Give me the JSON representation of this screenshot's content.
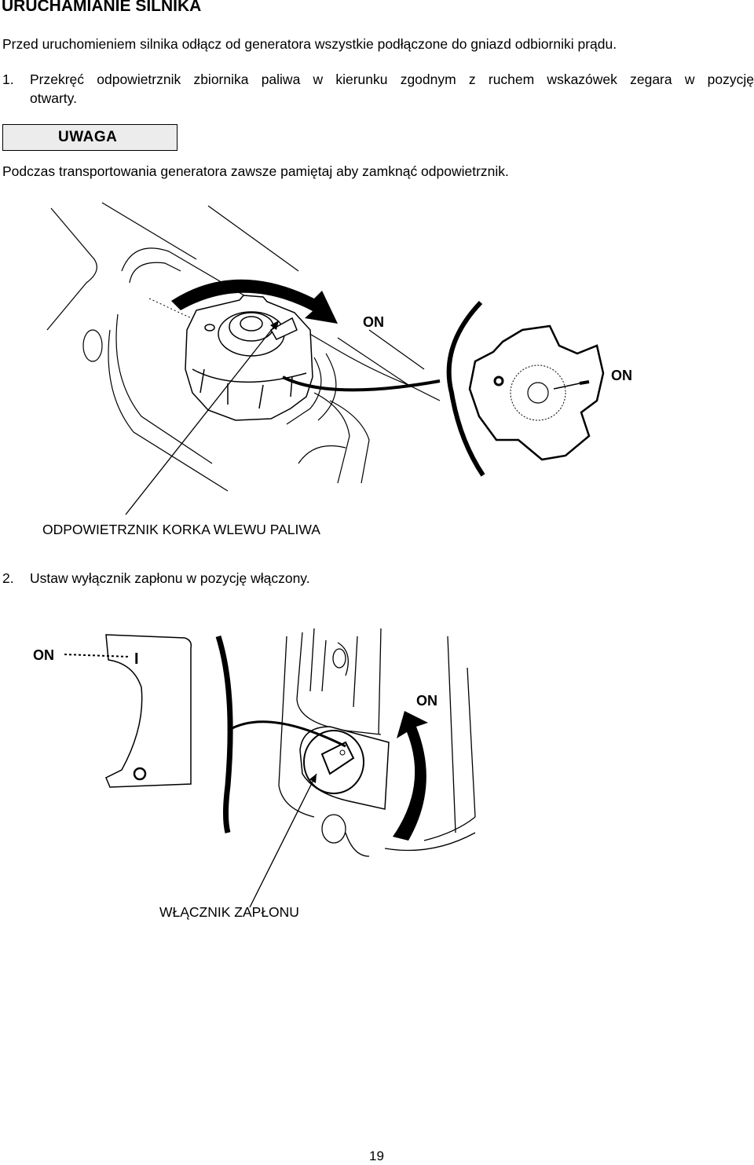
{
  "heading": "URUCHAMIANIE SILNIKA",
  "intro": "Przed uruchomieniem silnika odłącz od generatora wszystkie podłączone do gniazd odbiorniki prądu.",
  "step1": {
    "number": "1.",
    "text_line1": "Przekręć odpowietrznik zbiornika paliwa w kierunku zgodnym z ruchem wskazówek zegara w pozycję",
    "text_line2": "otwarty."
  },
  "warning_box": {
    "label": "UWAGA"
  },
  "warning_text": "Podczas transportowania generatora zawsze pamiętaj aby zamknąć odpowietrznik.",
  "figure1": {
    "on_label_main": "ON",
    "on_label_detail": "ON",
    "caption": "ODPOWIETRZNIK KORKA WLEWU PALIWA"
  },
  "step2": {
    "number": "2.",
    "text": "Ustaw wyłącznik zapłonu w pozycję włączony."
  },
  "figure2": {
    "on_label_detail": "ON",
    "on_label_main": "ON",
    "off_mark": "I",
    "caption": "WŁĄCZNIK ZAPŁONU"
  },
  "page_number": "19"
}
